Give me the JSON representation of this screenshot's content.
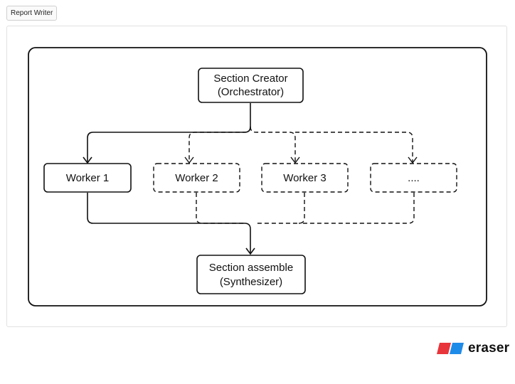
{
  "tab": {
    "label": "Report Writer"
  },
  "nodes": {
    "orchestrator": {
      "line1": "Section Creator",
      "line2": "(Orchestrator)"
    },
    "worker1": {
      "label": "Worker 1"
    },
    "worker2": {
      "label": "Worker 2"
    },
    "worker3": {
      "label": "Worker 3"
    },
    "workerN": {
      "label": "...."
    },
    "synthesizer": {
      "line1": "Section assemble",
      "line2": "(Synthesizer)"
    }
  },
  "brand": {
    "name": "eraser",
    "colors": {
      "red": "#e8353b",
      "blue": "#1f8be8"
    }
  }
}
